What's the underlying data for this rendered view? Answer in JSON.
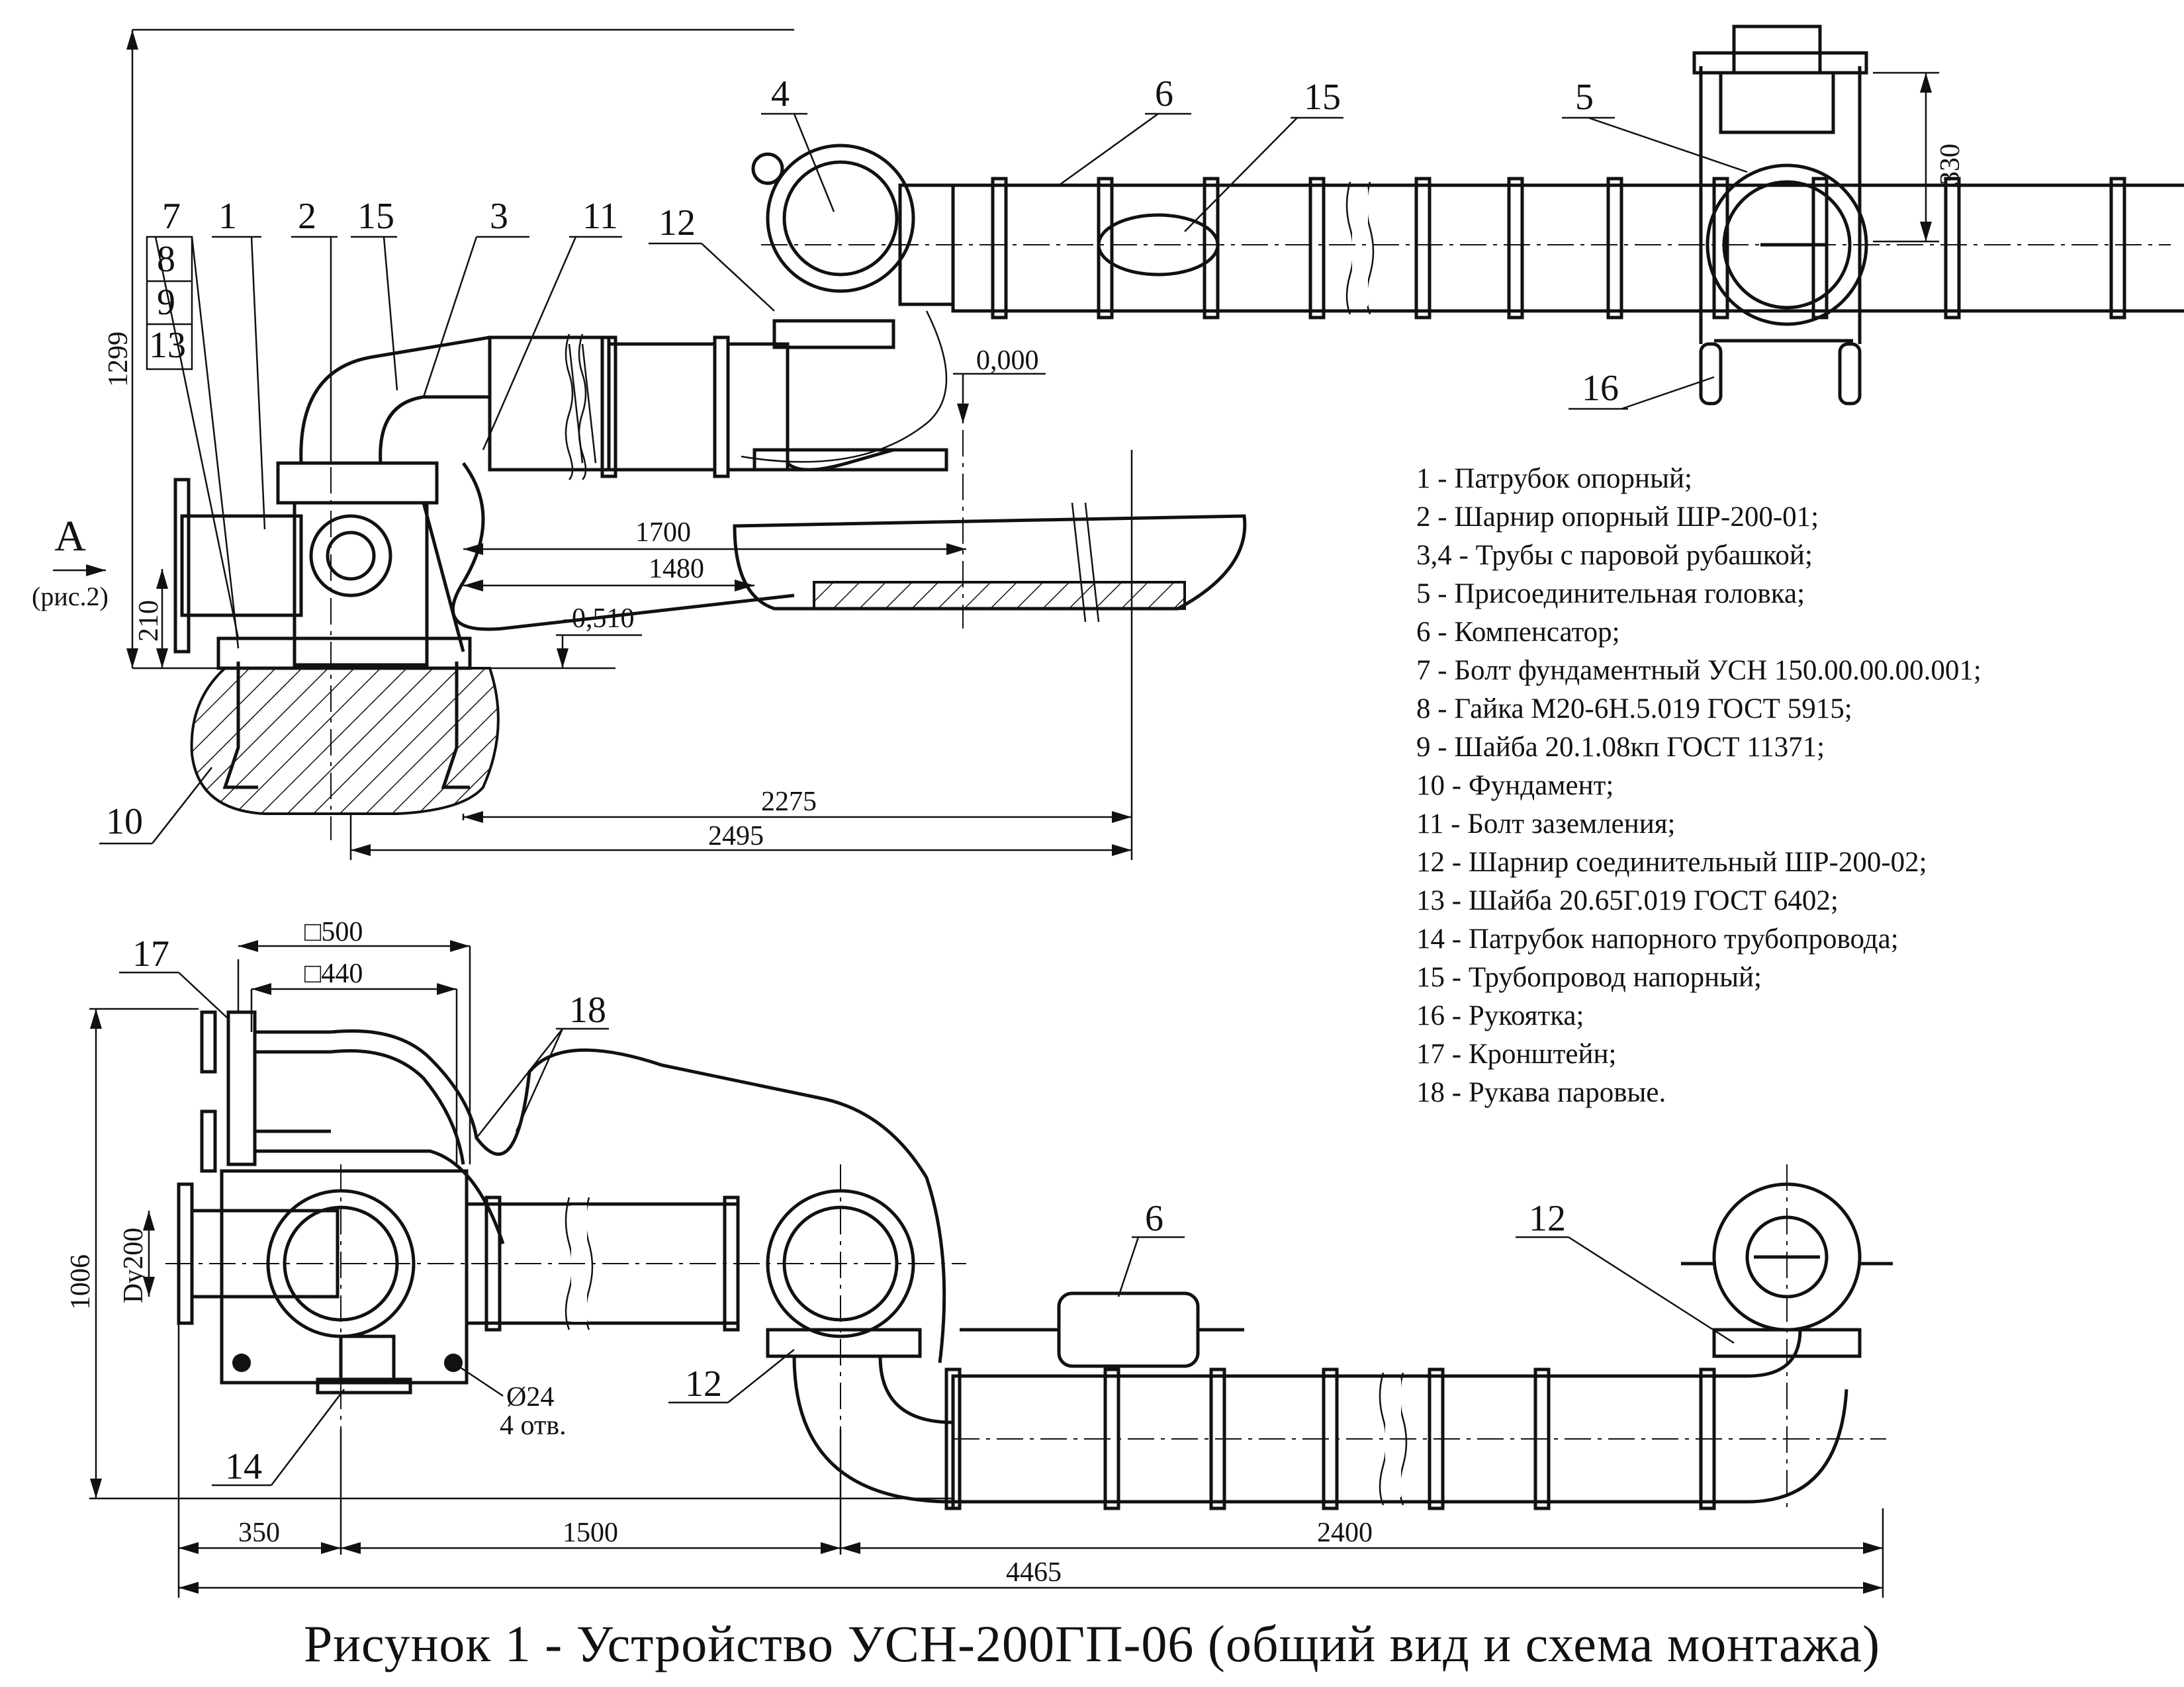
{
  "view_label": {
    "letter": "A",
    "ref": "(рис.2)"
  },
  "callouts_top": [
    "7",
    "1",
    "2",
    "15",
    "3",
    "11",
    "12",
    "4",
    "6",
    "15",
    "5",
    "16",
    "10"
  ],
  "callout_stack": [
    "8",
    "9",
    "13"
  ],
  "callouts_bottom": [
    "17",
    "18",
    "6",
    "12",
    "12",
    "14"
  ],
  "dimensions_top": {
    "height_total": "1299",
    "height_base": "210",
    "level_zero": "0,000",
    "level_minus": "-0,510",
    "d1700": "1700",
    "d1480": "1480",
    "d2275": "2275",
    "d2495": "2495",
    "head_height": "330"
  },
  "dimensions_bottom": {
    "sq500": "□500",
    "sq440": "□440",
    "height": "1006",
    "dy": "Dy200",
    "hole": "Ø24",
    "holes_count": "4 отв.",
    "d350": "350",
    "d1500": "1500",
    "d2400": "2400",
    "d4465": "4465"
  },
  "legend": [
    "1 - Патрубок опорный;",
    "2 - Шарнир опорный ШР-200-01;",
    "3,4 - Трубы с паровой рубашкой;",
    "5 - Присоединительная головка;",
    "6 - Компенсатор;",
    "7 - Болт фундаментный УСН 150.00.00.00.001;",
    "8 - Гайка М20-6Н.5.019 ГОСТ 5915;",
    "9 - Шайба 20.1.08кп ГОСТ 11371;",
    "10 - Фундамент;",
    "11 - Болт заземления;",
    "12 - Шарнир соединительный ШР-200-02;",
    "13 - Шайба 20.65Г.019 ГОСТ 6402;",
    "14 - Патрубок напорного трубопровода;",
    "15 - Трубопровод напорный;",
    "16 - Рукоятка;",
    "17 - Кронштейн;",
    "18 - Рукава паровые."
  ],
  "caption": "Рисунок 1 -  Устройство УСН-200ГП-06 (общий вид и схема монтажа)"
}
